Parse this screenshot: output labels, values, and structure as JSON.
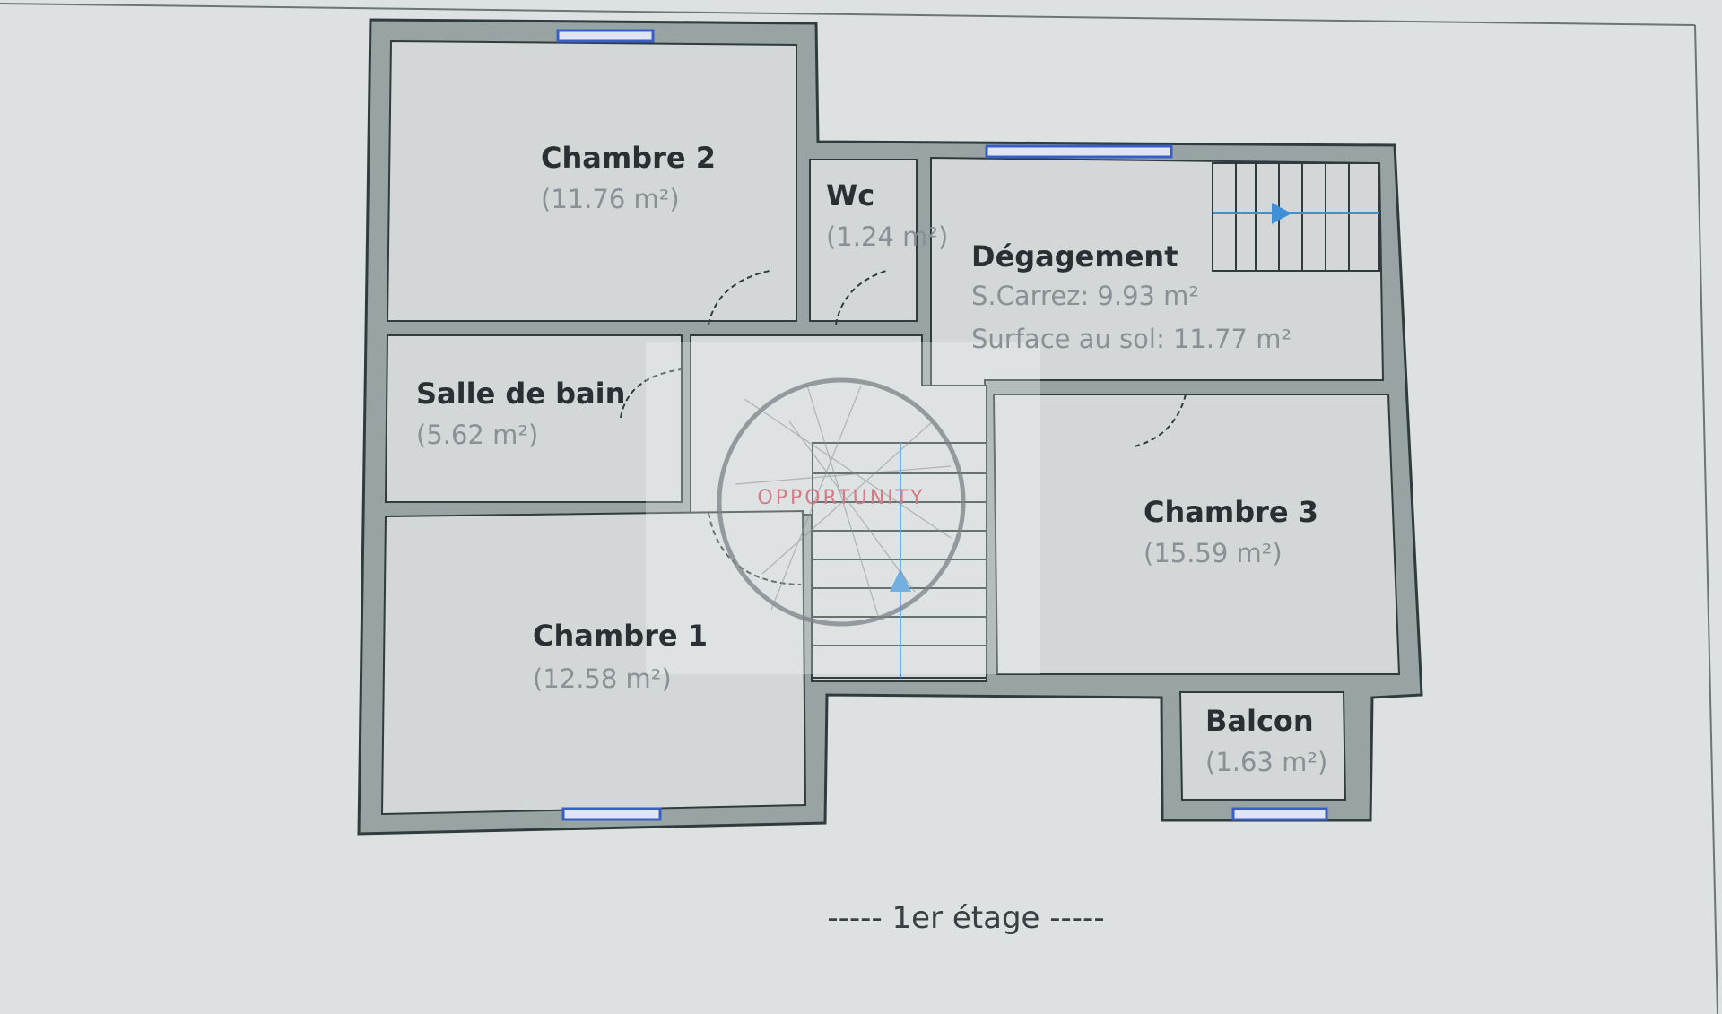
{
  "rooms": {
    "chambre2": {
      "name": "Chambre 2",
      "area": "(11.76 m²)"
    },
    "wc": {
      "name": "Wc",
      "area": "(1.24 m²)"
    },
    "degagement": {
      "name": "Dégagement",
      "carrez": "S.Carrez: 9.93 m²",
      "sol": "Surface au sol: 11.77 m²"
    },
    "salle_de_bain": {
      "name": "Salle de bain",
      "area": "(5.62 m²)"
    },
    "chambre3": {
      "name": "Chambre 3",
      "area": "(15.59 m²)"
    },
    "chambre1": {
      "name": "Chambre 1",
      "area": "(12.58 m²)"
    },
    "balcon": {
      "name": "Balcon",
      "area": "(1.63 m²)"
    }
  },
  "caption": "----- 1er étage -----",
  "watermark": "OPPORTUNITY",
  "colors": {
    "paper": "#d8dcdc",
    "wall_fill": "#98a4a3",
    "wall_stroke": "#2f3b3c",
    "room_fill": "#d3d7d7",
    "window": "#3a5fc4",
    "stair_arrow": "#3d8fd6",
    "watermark": "#d47b88"
  }
}
